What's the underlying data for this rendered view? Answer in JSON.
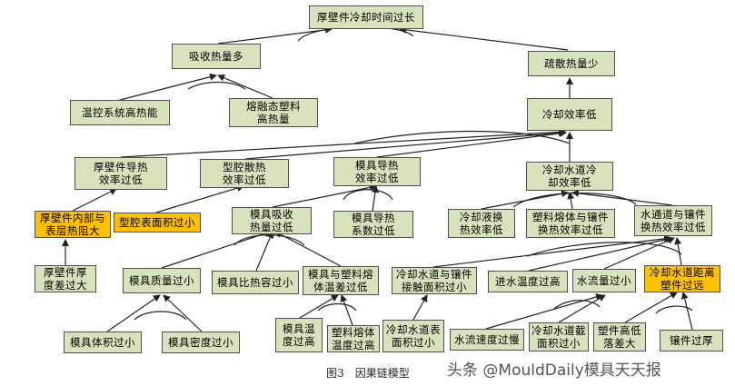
{
  "caption": "图3　因果链模型",
  "watermark": "头条 @MouldDaily模具天天报",
  "nodes": {
    "n1": "厚壁件冷却时间过长",
    "n2": "吸收热量多",
    "n3": "疏散热量少",
    "n4": "温控系统高热能",
    "n5": "熔融态塑料\n高热量",
    "n6": "冷却效率低",
    "n7": "厚壁件导热\n效率过低",
    "n8": "型腔散热\n效率过低",
    "n9": "模具导热\n效率过低",
    "n10": "冷却水道冷\n却效率低",
    "n11": "厚壁件内部与\n表层热阻大",
    "n12": "型腔表面积过小",
    "n13": "模具吸收\n热量过低",
    "n14": "模具导热\n系数过低",
    "n15": "冷却液换\n热效率低",
    "n16": "塑料熔体与镶件\n换热效率过低",
    "n17": "水通道与镶件\n换热效率过低",
    "n18": "厚壁件厚\n度差过大",
    "n19": "模具质量过小",
    "n20": "模具比热容过小",
    "n21": "模具与塑料熔\n体温差过低",
    "n22": "冷却水道与镶件\n接触面积过小",
    "n23": "进水温度过高",
    "n24": "水流量过小",
    "n25": "冷却水道距离\n塑件过远",
    "n26": "模具体积过小",
    "n27": "模具密度过小",
    "n28": "模具温\n度过高",
    "n29": "塑料熔体\n温度过高",
    "n30": "冷却水道表\n面积过小",
    "n31": "水流速度过慢",
    "n32": "冷却水道截\n面积过小",
    "n33": "塑件高低\n落差大",
    "n34": "镶件过厚"
  }
}
